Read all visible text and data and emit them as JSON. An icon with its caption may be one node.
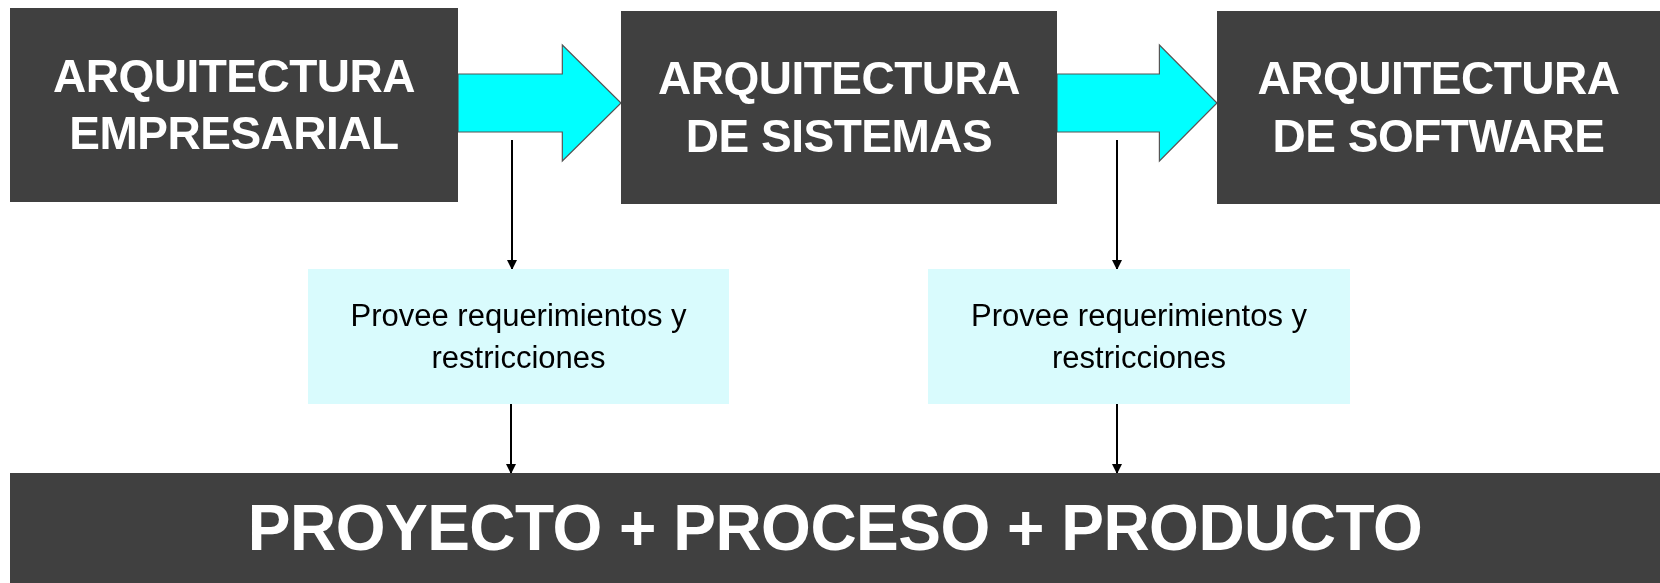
{
  "diagram": {
    "nodes": [
      {
        "text": [
          "ARQUITECTURA EMPRESARIAL"
        ]
      },
      {
        "text": [
          "ARQUITECTURA DE SISTEMAS"
        ]
      },
      {
        "text": [
          "ARQUITECTURA DE SOFTWARE"
        ]
      },
      {
        "text": [
          "Provee requerimientos y restricciones"
        ]
      },
      {
        "text": [
          "Provee requerimientos y restricciones"
        ]
      },
      {
        "text": [
          "PROYECTO + PROCESO + PRODUCTO"
        ]
      }
    ],
    "edges": [
      {
        "from": 0,
        "to": 1,
        "arrow": "to",
        "style": "thick",
        "color": "#00ffff"
      },
      {
        "from": 1,
        "to": 2,
        "arrow": "to",
        "style": "thick",
        "color": "#00ffff"
      },
      {
        "from": null,
        "to": 3,
        "arrow": "to"
      },
      {
        "from": 3,
        "to": 5,
        "arrow": "to"
      },
      {
        "from": null,
        "to": 4,
        "arrow": "to"
      },
      {
        "from": 4,
        "to": 5,
        "arrow": "to"
      }
    ]
  }
}
